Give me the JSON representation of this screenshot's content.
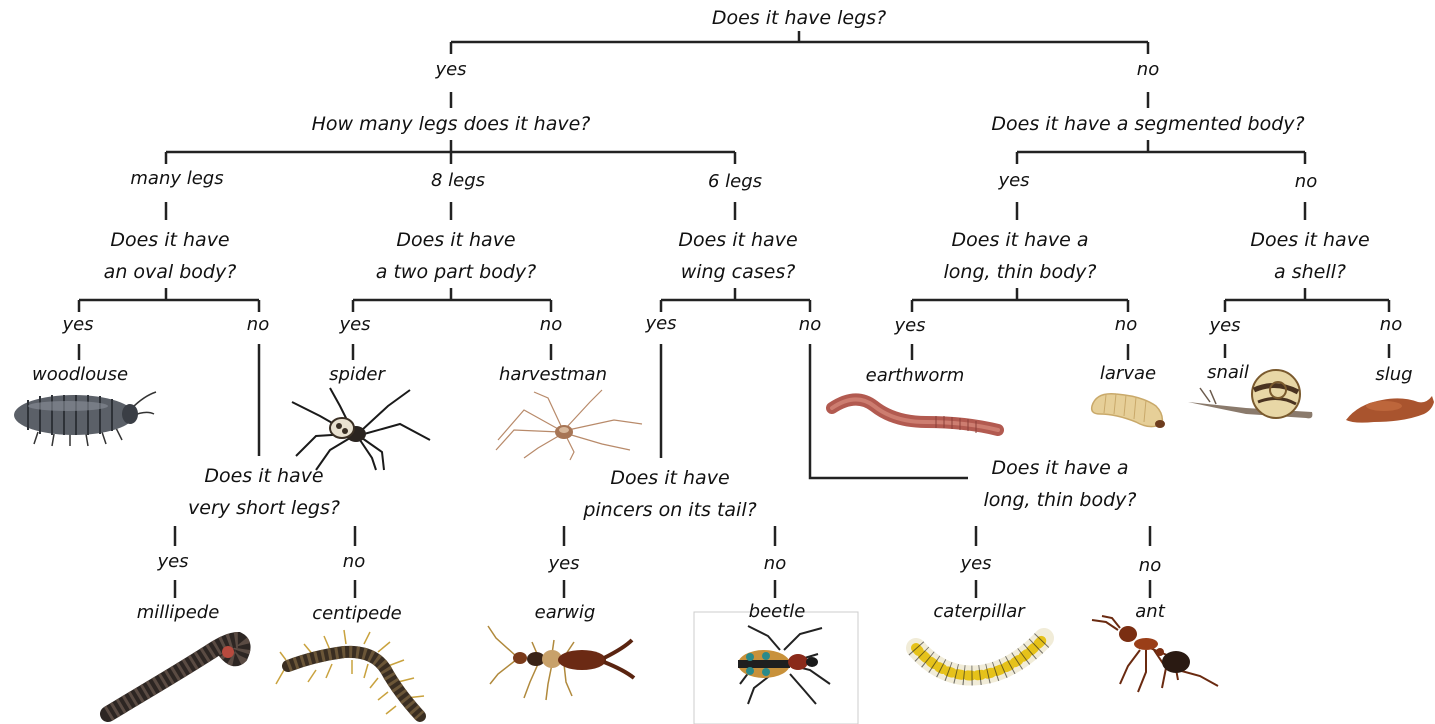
{
  "colors": {
    "line": "#222222",
    "text": "#111111",
    "background": "#ffffff"
  },
  "questions": {
    "q_legs": "Does it have legs?",
    "q_how_many": "How many legs does it have?",
    "q_segmented": "Does it have a segmented body?",
    "q_oval": [
      "Does it have",
      "an oval body?"
    ],
    "q_two_part": [
      "Does it have",
      "a two part body?"
    ],
    "q_wing_cases": [
      "Does it have",
      "wing cases?"
    ],
    "q_long_thin_a": [
      "Does it have a",
      "long, thin body?"
    ],
    "q_shell": [
      "Does it have",
      "a shell?"
    ],
    "q_short_legs": [
      "Does it have",
      "very short legs?"
    ],
    "q_pincers": [
      "Does it have",
      "pincers on its tail?"
    ],
    "q_long_thin_b": [
      "Does it have a",
      "long, thin body?"
    ]
  },
  "answers": {
    "yes": "yes",
    "no": "no",
    "many_legs": "many legs",
    "eight_legs": "8 legs",
    "six_legs": "6 legs"
  },
  "leaves": {
    "woodlouse": "woodlouse",
    "spider": "spider",
    "harvestman": "harvestman",
    "earthworm": "earthworm",
    "larvae": "larvae",
    "snail": "snail",
    "slug": "slug",
    "millipede": "millipede",
    "centipede": "centipede",
    "earwig": "earwig",
    "beetle": "beetle",
    "caterpillar": "caterpillar",
    "ant": "ant"
  },
  "icons": [
    "woodlouse-icon",
    "spider-icon",
    "harvestman-icon",
    "earthworm-icon",
    "larvae-icon",
    "snail-icon",
    "slug-icon",
    "millipede-icon",
    "centipede-icon",
    "earwig-icon",
    "beetle-icon",
    "caterpillar-icon",
    "ant-icon"
  ]
}
